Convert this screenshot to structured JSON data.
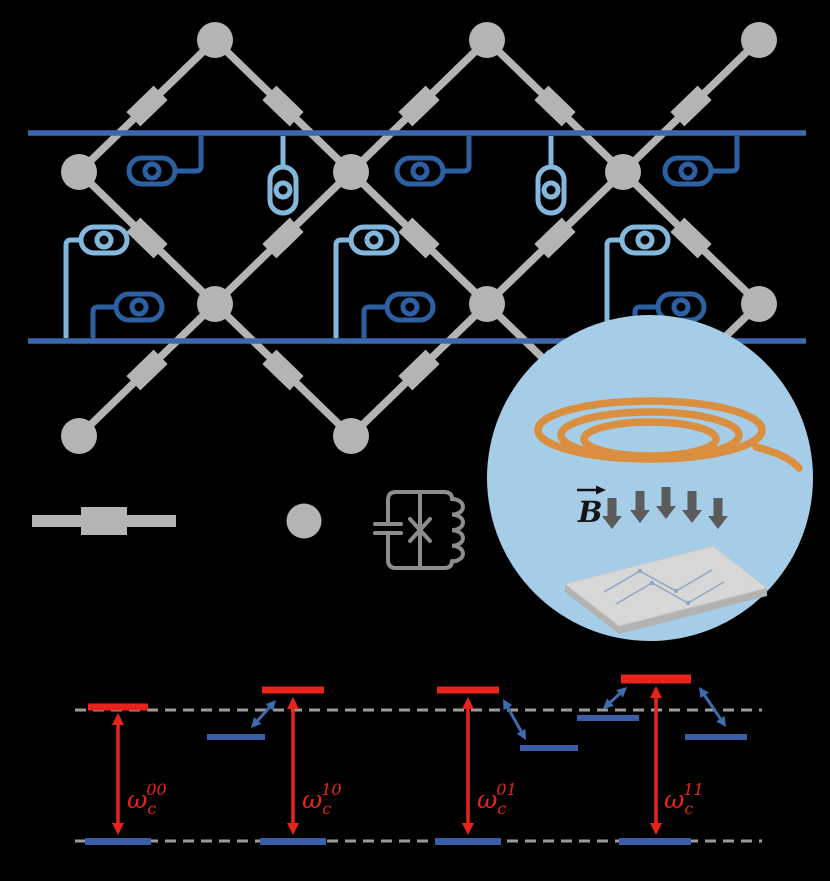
{
  "figure": {
    "background": "#000000",
    "colors": {
      "lattice_gray": "#b4b4b4",
      "bus_blue": "#3a6aad",
      "coupler_dark_blue": "#2d5fa3",
      "coupler_light_blue": "#84b7dc",
      "inset_fill": "#a6cde8",
      "coil_orange": "#d98f3f",
      "field_arrow_gray": "#5b5b5b",
      "chip_top_gray": "#d7d7d7",
      "chip_side_gray": "#b2b2b2",
      "chip_sketch_blue": "#8fa6c4",
      "circuit_gray": "#8d8d8d",
      "level_red": "#e8231c",
      "level_blue": "#3a5fa8",
      "shift_arrow_blue": "#3f6cb0",
      "dashed_gray": "#9b9b9b",
      "field_label_black": "#141414"
    },
    "inset": {
      "field_label": "B"
    },
    "energy_diagram": {
      "transitions": [
        {
          "base": "ω",
          "sub": "c",
          "sup": "00"
        },
        {
          "base": "ω",
          "sub": "c",
          "sup": "10"
        },
        {
          "base": "ω",
          "sub": "c",
          "sup": "01"
        },
        {
          "base": "ω",
          "sub": "c",
          "sup": "11"
        }
      ]
    }
  }
}
